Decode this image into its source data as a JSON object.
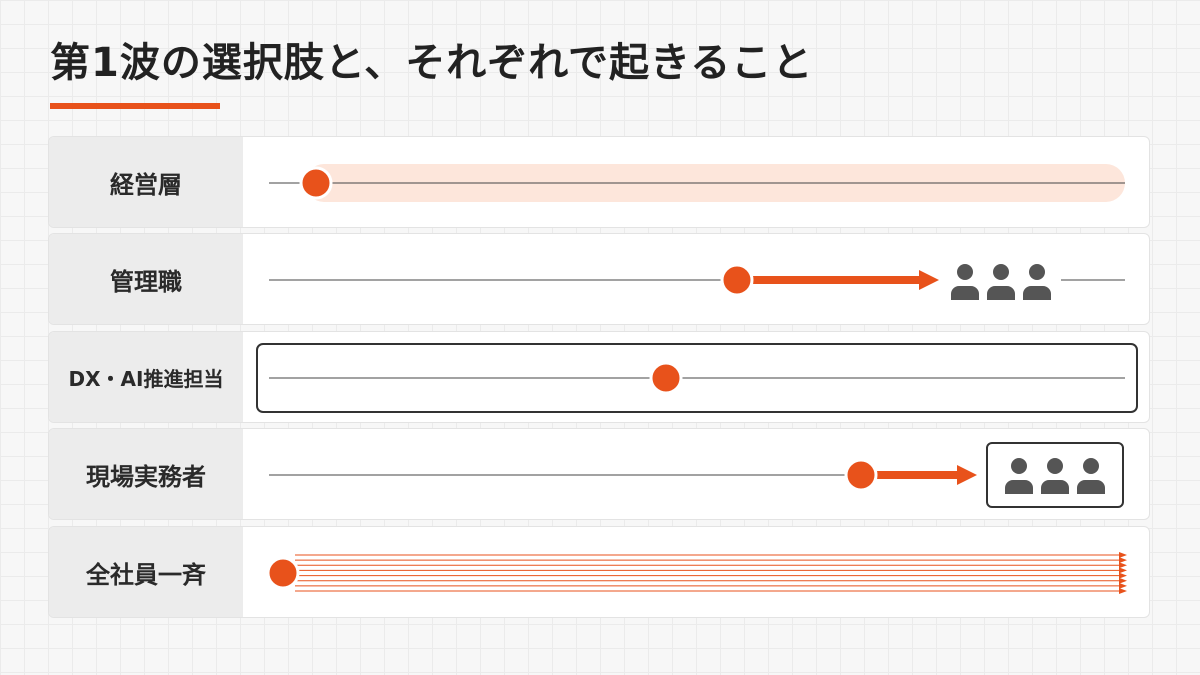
{
  "title": "第1波の選択肢と、それぞれで起きること",
  "colors": {
    "accent": "#e8521b",
    "accent_light": "#fde6db",
    "line": "#444444",
    "person_icon": "#555555",
    "label_bg": "#ececec"
  },
  "rows": [
    {
      "label": "経営層"
    },
    {
      "label": "管理職",
      "icon": "people-group-icon"
    },
    {
      "label": "DX・AI推進担当"
    },
    {
      "label": "現場実務者",
      "icon": "people-group-icon"
    },
    {
      "label": "全社員一斉"
    }
  ]
}
